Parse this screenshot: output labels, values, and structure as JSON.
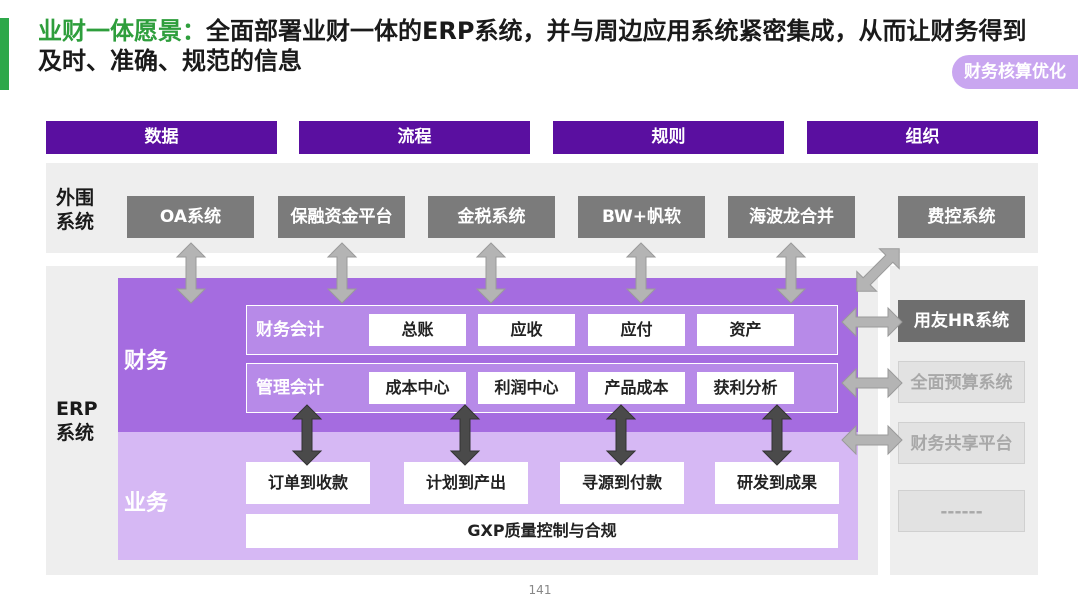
{
  "header": {
    "title_highlight": "业财一体愿景：",
    "title_rest": "全面部署业财一体的ERP系统，并与周边应用系统紧密集成，从而让财务得到及时、准确、规范的信息",
    "badge": "财务核算优化"
  },
  "nav": [
    "数据",
    "流程",
    "规则",
    "组织"
  ],
  "peripheral": {
    "label": "外围\n系统",
    "systems": [
      "OA系统",
      "保融资金平台",
      "金税系统",
      "BW+帆软",
      "海波龙合并",
      "费控系统"
    ]
  },
  "erp": {
    "label": "ERP\n系统",
    "finance": {
      "label": "财务",
      "fin_accounting": {
        "label": "财务会计",
        "items": [
          "总账",
          "应收",
          "应付",
          "资产"
        ]
      },
      "mgmt_accounting": {
        "label": "管理会计",
        "items": [
          "成本中心",
          "利润中心",
          "产品成本",
          "获利分析"
        ]
      }
    },
    "business": {
      "label": "业务",
      "items": [
        "订单到收款",
        "计划到产出",
        "寻源到付款",
        "研发到成果"
      ],
      "compliance": "GXP质量控制与合规"
    }
  },
  "right_systems": [
    "用友HR系统",
    "全面预算系统",
    "财务共享平台",
    "------"
  ],
  "page_number": "141",
  "colors": {
    "accent_green": "#2e9e3c",
    "nav_purple": "#5a0fa0",
    "finance_purple": "#a56ce0",
    "business_purple": "#d6b8f4",
    "gray_box": "#7b7b7b"
  }
}
